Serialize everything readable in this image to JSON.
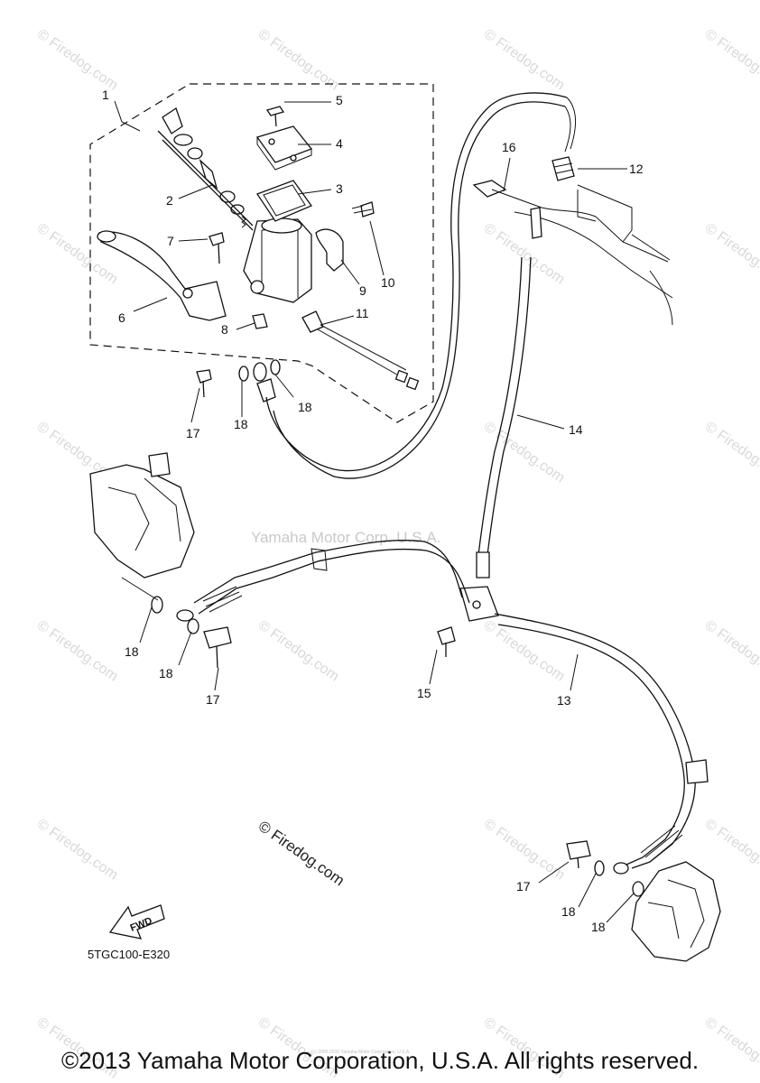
{
  "diagram": {
    "callouts": [
      "1",
      "2",
      "3",
      "4",
      "5",
      "6",
      "7",
      "8",
      "9",
      "10",
      "11",
      "12",
      "13",
      "14",
      "15",
      "16",
      "17",
      "18"
    ],
    "repeated_callouts": {
      "c17": "17",
      "c18": "18"
    },
    "watermark_text": "© Firedog.com",
    "center_watermark": "© Firedog.com",
    "manufacturer_watermark": "Yamaha Motor Corp. U.S.A.",
    "diagram_code": "5TGC100-E320",
    "fwd_label": "FWD",
    "fine_print": "(c) 2005-2016 Yamaha Motor Corporation, U.S.A."
  },
  "footer": {
    "copyright": "©2013 Yamaha Motor Corporation, U.S.A. All rights reserved."
  }
}
